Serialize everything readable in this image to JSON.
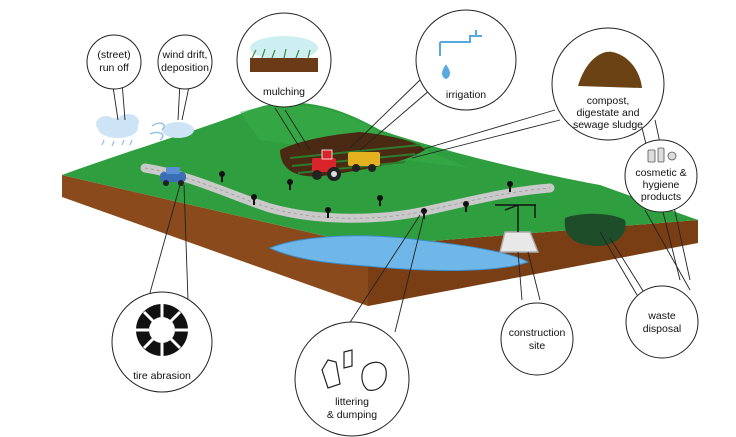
{
  "labels": {
    "street_runoff": [
      "(street)",
      "run off"
    ],
    "wind_drift": [
      "wind drift,",
      "deposition"
    ],
    "mulching": [
      "mulching"
    ],
    "irrigation": [
      "irrigation"
    ],
    "compost": [
      "compost,",
      "digestate and",
      "sewage sludge"
    ],
    "cosmetic": [
      "cosmetic &",
      "hygiene",
      "products"
    ],
    "tire_abrasion": [
      "tire abrasion"
    ],
    "littering": [
      "littering",
      "& dumping"
    ],
    "construction": [
      "construction",
      "site"
    ],
    "waste": [
      "waste",
      "disposal"
    ]
  },
  "icons": {
    "street_runoff": "rain-cloud-icon",
    "wind_drift": "wind-cloud-icon",
    "mulching": "mulch-field-icon",
    "irrigation": "water-tap-icon",
    "compost": "compost-heap-icon",
    "cosmetic": "cosmetic-bottles-icon",
    "tire_abrasion": "tire-icon",
    "littering": "litter-bottles-icon",
    "construction": "crane-icon",
    "waste": "waste-heap-icon"
  },
  "colors": {
    "grass": "#2e9e3e",
    "soil": "#8b4a1c",
    "road": "#c9c9c9",
    "water": "#6fb7e8",
    "tractor": "#d8242a",
    "trailer": "#e3b21e",
    "car": "#3b6fb5"
  }
}
